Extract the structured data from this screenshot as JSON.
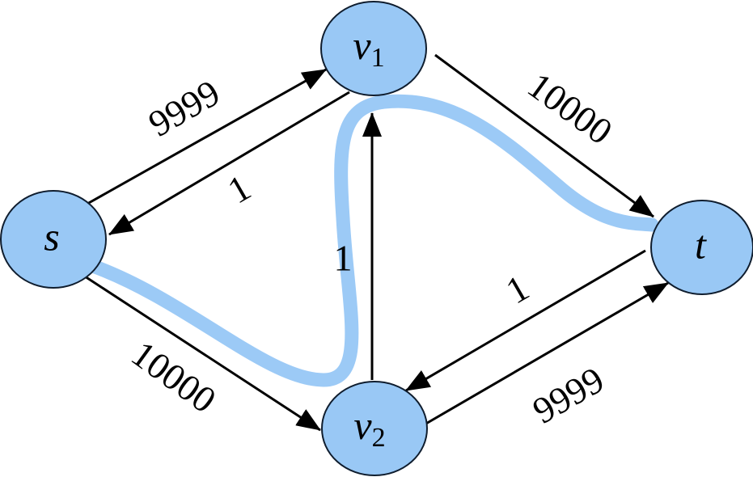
{
  "nodes": {
    "s": {
      "label": "s"
    },
    "v1": {
      "label": "v",
      "subscript": "1"
    },
    "v2": {
      "label": "v",
      "subscript": "2"
    },
    "t": {
      "label": "t"
    }
  },
  "edges": {
    "s_v1": "9999",
    "v1_s": "1",
    "v1_t": "10000",
    "s_v2": "10000",
    "v2_v1": "1",
    "t_v2": "1",
    "v2_t": "9999"
  },
  "colors": {
    "node_fill": "#99c8f5",
    "highlight_path": "#9ccaf6",
    "edge": "#000000"
  }
}
